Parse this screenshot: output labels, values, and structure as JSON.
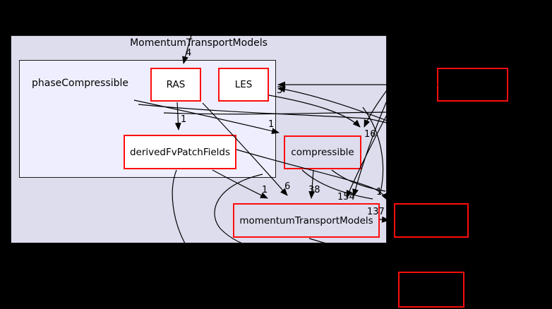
{
  "diagram": {
    "type": "directory-dependency-graph",
    "outer_cluster": {
      "label": "MomentumTransportModels",
      "fill": "#ddddee"
    },
    "inner_cluster": {
      "label": "phaseCompressible",
      "fill": "#eeeeff"
    },
    "nodes": {
      "ras": {
        "label": "RAS",
        "fill": "#ffffff"
      },
      "les": {
        "label": "LES",
        "fill": "#ffffff"
      },
      "derivedFvPatchFields": {
        "label": "derivedFvPatchFields",
        "fill": "#ffffff"
      },
      "compressible": {
        "label": "compressible",
        "fill": "#ddddee"
      },
      "momentumTransportModels": {
        "label": "momentumTransportModels",
        "fill": "#ddddee"
      }
    },
    "external_nodes": [
      {
        "label": "",
        "note": "red box, text not visible on black background"
      },
      {
        "label": "",
        "note": "red box, text not visible on black background"
      },
      {
        "label": "",
        "note": "red box, text not visible on black background"
      }
    ],
    "edge_labels": {
      "l4": "4",
      "l3": "3",
      "l1a": "1",
      "l1b": "1",
      "l16": "16",
      "l1c": "1",
      "l6": "6",
      "l38": "38",
      "l154": "154",
      "l1d": "1",
      "l137": "137"
    },
    "colors": {
      "page_background": "#000000",
      "node_border": "#fe0d0d",
      "edge": "#000000",
      "text": "#000000"
    }
  }
}
